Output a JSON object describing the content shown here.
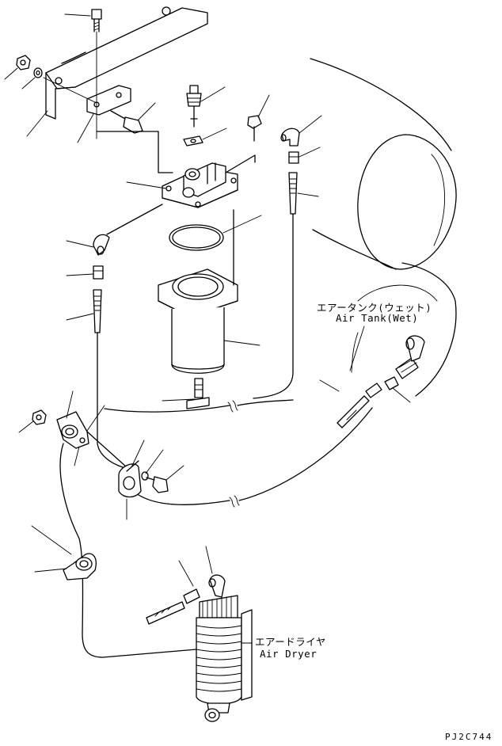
{
  "labels": {
    "air_tank_jp": "エアータンク(ウェット)",
    "air_tank_en": "Air Tank(Wet)",
    "air_dryer_jp": "エアードライヤ",
    "air_dryer_en": "Air Dryer"
  },
  "drawing_code": "PJ2C744"
}
